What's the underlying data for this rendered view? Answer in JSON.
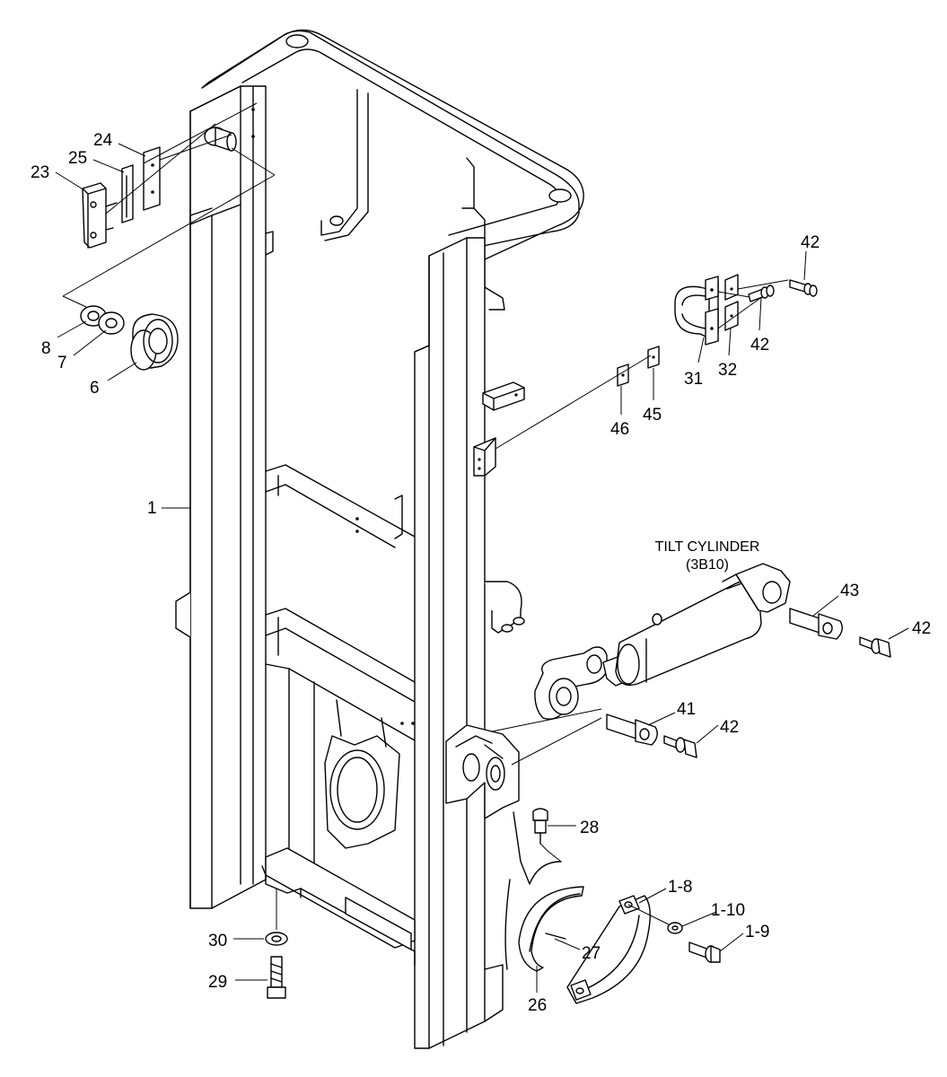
{
  "diagram": {
    "annotation": {
      "title_line1": "TILT CYLINDER",
      "title_line2": "(3B10)"
    },
    "callouts": [
      {
        "id": "c23",
        "label": "23"
      },
      {
        "id": "c24",
        "label": "24"
      },
      {
        "id": "c25",
        "label": "25"
      },
      {
        "id": "c8",
        "label": "8"
      },
      {
        "id": "c7",
        "label": "7"
      },
      {
        "id": "c6",
        "label": "6"
      },
      {
        "id": "c1",
        "label": "1"
      },
      {
        "id": "c42a",
        "label": "42"
      },
      {
        "id": "c42b",
        "label": "42"
      },
      {
        "id": "c31",
        "label": "31"
      },
      {
        "id": "c32",
        "label": "32"
      },
      {
        "id": "c45",
        "label": "45"
      },
      {
        "id": "c46",
        "label": "46"
      },
      {
        "id": "c43",
        "label": "43"
      },
      {
        "id": "c42c",
        "label": "42"
      },
      {
        "id": "c41",
        "label": "41"
      },
      {
        "id": "c42d",
        "label": "42"
      },
      {
        "id": "c28",
        "label": "28"
      },
      {
        "id": "c1-8",
        "label": "1-8"
      },
      {
        "id": "c1-10",
        "label": "1-10"
      },
      {
        "id": "c1-9",
        "label": "1-9"
      },
      {
        "id": "c30",
        "label": "30"
      },
      {
        "id": "c27",
        "label": "27"
      },
      {
        "id": "c29",
        "label": "29"
      },
      {
        "id": "c26",
        "label": "26"
      }
    ]
  }
}
